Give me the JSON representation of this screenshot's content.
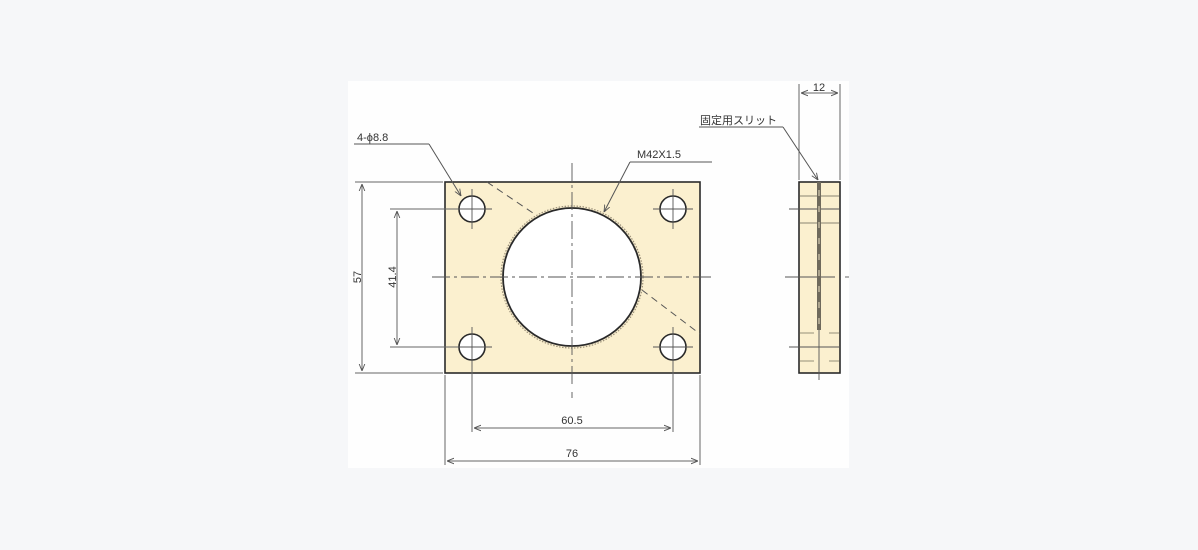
{
  "drawing": {
    "title": "Flange plate dimension drawing",
    "colors": {
      "background": "#f6f7f9",
      "panel": "#fefefe",
      "plate_fill": "#fbf0cf",
      "outline": "#2a2a2a",
      "dimension_line": "#555555",
      "center_line": "#555555"
    },
    "front_view": {
      "width_label": "76",
      "hole_pitch_x_label": "60.5",
      "height_label": "57",
      "hole_pitch_y_label": "41.4",
      "hole_callout": "4-ϕ8.8",
      "thread_callout": "M42X1.5"
    },
    "side_view": {
      "thickness_label": "12",
      "slit_callout": "固定用スリット"
    }
  }
}
